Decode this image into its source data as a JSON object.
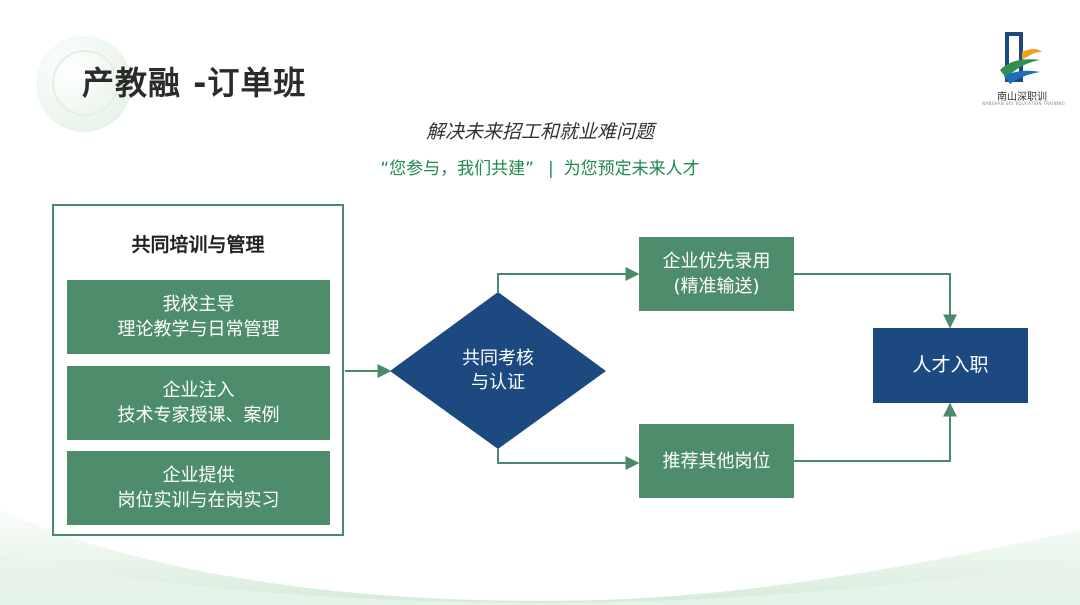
{
  "header": {
    "title": "产教融 -订单班",
    "logo_name": "南山深职训",
    "logo_sub": "NANSHAN SKY EDUCATION TRAINING"
  },
  "subtitle": "解决未来招工和就业难问题",
  "slogan": {
    "quote": "“您参与，我们共建”",
    "separator": "|",
    "tagline": "为您预定未来人才"
  },
  "left_panel": {
    "title": "共同培训与管理",
    "items": [
      {
        "line1": "我校主导",
        "line2": "理论教学与日常管理"
      },
      {
        "line1": "企业注入",
        "line2": "技术专家授课、案例"
      },
      {
        "line1": "企业提供",
        "line2": "岗位实训与在岗实习"
      }
    ]
  },
  "diamond": {
    "line1": "共同考核",
    "line2": "与认证"
  },
  "priority_box": {
    "line1": "企业优先录用",
    "line2": "(精准输送)"
  },
  "recommend_box": {
    "label": "推荐其他岗位"
  },
  "result_box": {
    "label": "人才入职"
  },
  "colors": {
    "green": "#4e8d6b",
    "blue": "#1c4a80",
    "arrow": "#4a8a6b",
    "slogan": "#1f8a4c"
  }
}
